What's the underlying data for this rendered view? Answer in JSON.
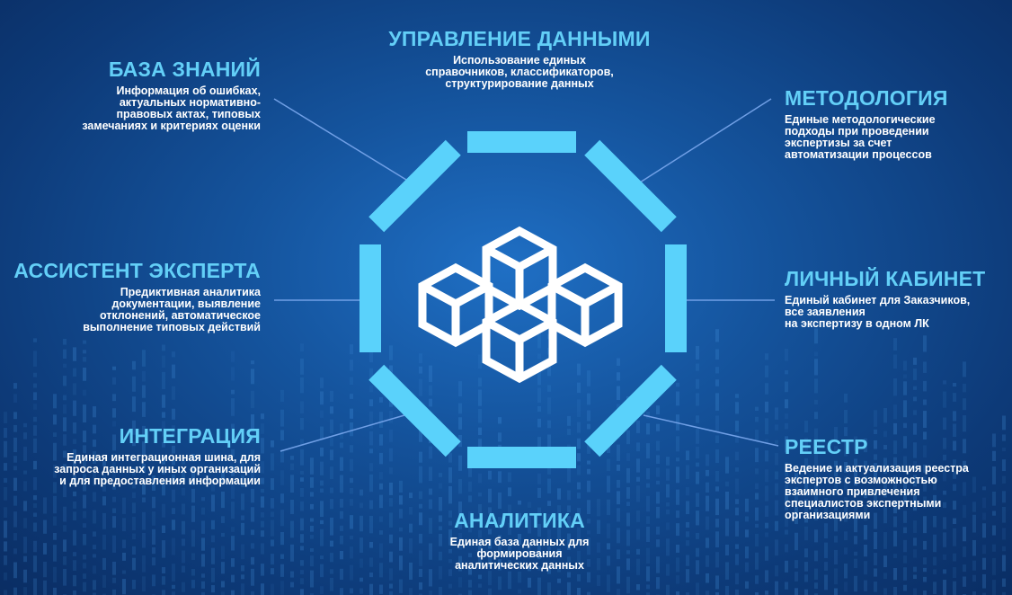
{
  "colors": {
    "accent": "#5ad2fb",
    "heading": "#63cff7",
    "text": "#ffffff",
    "background": "#15559f",
    "connector": "#7aa8ee"
  },
  "icon": "blockchain-cubes-icon",
  "sections": {
    "data_management": {
      "title": "УПРАВЛЕНИЕ ДАННЫМИ",
      "lines": [
        "Использование единых",
        "справочников, классификаторов,",
        "структурирование данных"
      ]
    },
    "knowledge_base": {
      "title": "БАЗА ЗНАНИЙ",
      "lines": [
        "Информация об ошибках,",
        "актуальных нормативно-",
        "правовых актах, типовых",
        "замечаниях и критериях оценки"
      ]
    },
    "methodology": {
      "title": "МЕТОДОЛОГИЯ",
      "lines": [
        "Единые методологические",
        "подходы при проведении",
        "экспертизы за счет",
        "автоматизации процессов"
      ]
    },
    "expert_assistant": {
      "title": "АССИСТЕНТ ЭКСПЕРТА",
      "lines": [
        "Предиктивная аналитика",
        "документации, выявление",
        "отклонений, автоматическое",
        "выполнение типовых действий"
      ]
    },
    "personal_account": {
      "title": "ЛИЧНЫЙ КАБИНЕТ",
      "lines": [
        "Единый кабинет для Заказчиков,",
        "все заявления",
        "на экспертизу в одном ЛК"
      ]
    },
    "integration": {
      "title": "ИНТЕГРАЦИЯ",
      "lines": [
        "Единая интеграционная шина, для",
        "запроса данных у иных организаций",
        "и для предоставления информации"
      ]
    },
    "registry": {
      "title": "РЕЕСТР",
      "lines": [
        "Ведение и актуализация реестра",
        "экспертов с возможностью",
        "взаимного привлечения",
        "специалистов экспертными",
        "организациями"
      ]
    },
    "analytics": {
      "title": "АНАЛИТИКА",
      "lines": [
        "Единая база данных для",
        "формирования",
        "аналитических  данных"
      ]
    }
  }
}
